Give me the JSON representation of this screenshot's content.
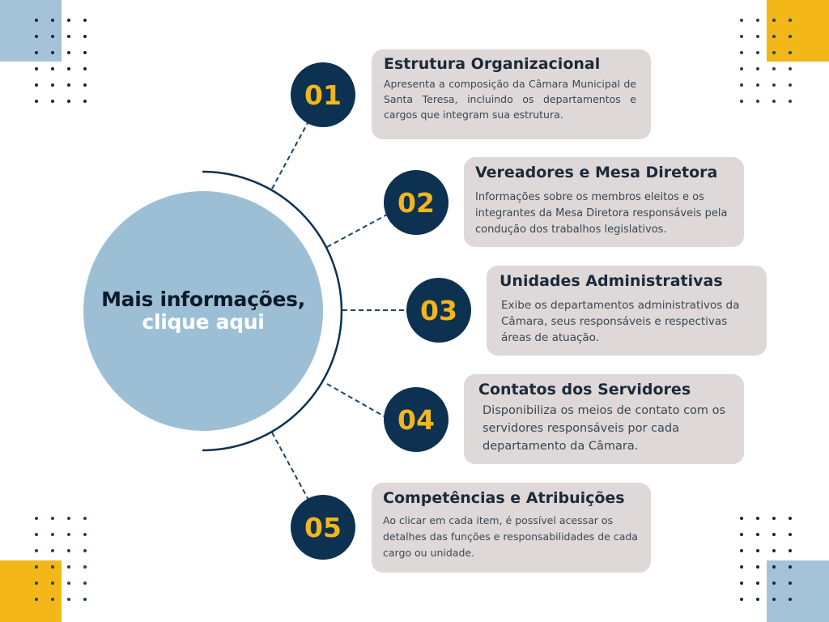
{
  "hub": {
    "line1": "Mais informações,",
    "line2": "clique aqui"
  },
  "items": [
    {
      "number": "01",
      "title": "Estrutura Organizacional",
      "description": "Apresenta a composição da Câmara Municipal de Santa Teresa, incluindo os departamentos e cargos que integram sua estrutura."
    },
    {
      "number": "02",
      "title": "Vereadores e Mesa Diretora",
      "description": "Informações sobre os membros eleitos e os integrantes da Mesa Diretora responsáveis pela condução dos trabalhos legislativos."
    },
    {
      "number": "03",
      "title": "Unidades Administrativas",
      "description": "Exibe os departamentos administrativos da Câmara, seus responsáveis e respectivas áreas de atuação."
    },
    {
      "number": "04",
      "title": "Contatos dos Servidores",
      "description": "Disponibiliza os meios de contato com os servidores responsáveis por cada departamento da Câmara."
    },
    {
      "number": "05",
      "title": "Competências e Atribuições",
      "description": "Ao clicar em cada item, é possível acessar os detalhes das funções e responsabilidades de cada cargo ou unidade."
    }
  ],
  "colors": {
    "navy": "#0d3150",
    "gold": "#f2b61c",
    "light_blue": "#9dbfd6",
    "card_bg": "#ded9d8"
  }
}
